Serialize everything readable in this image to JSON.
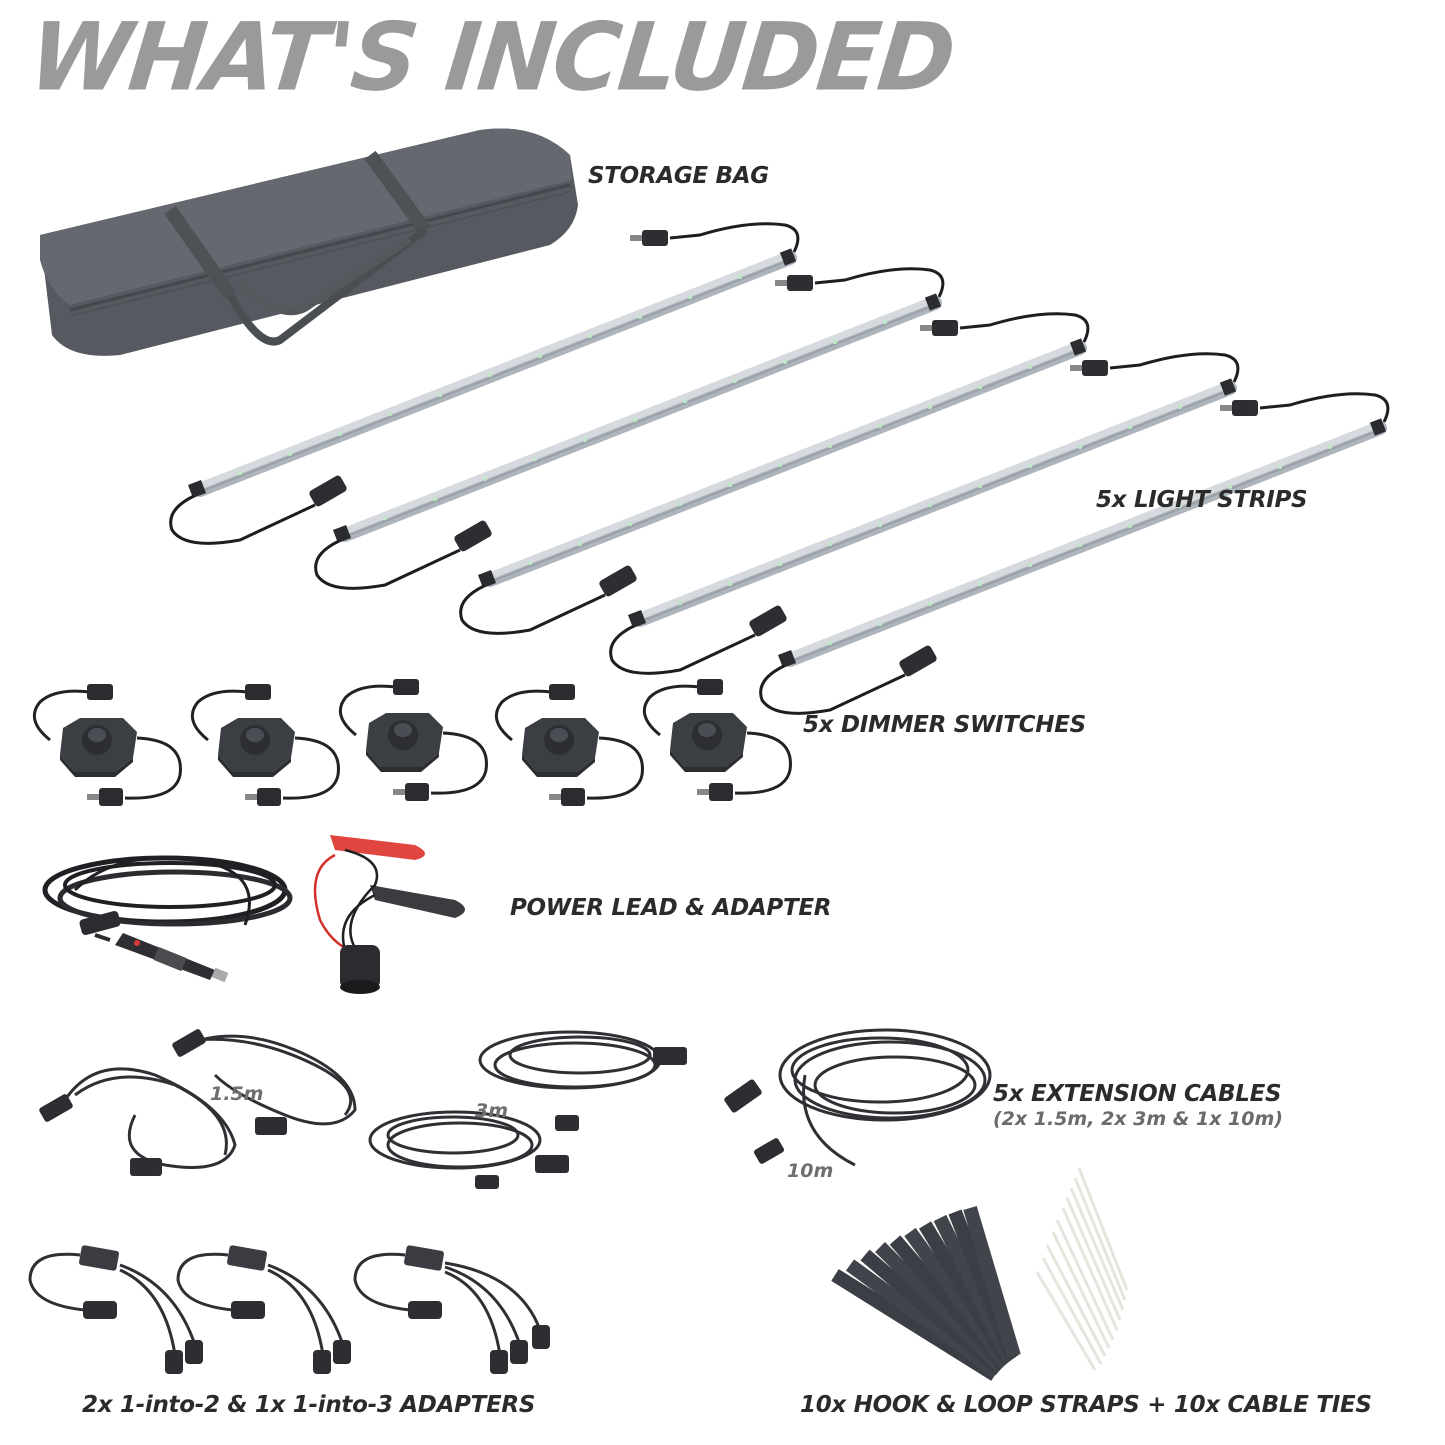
{
  "title": "WHAT'S INCLUDED",
  "colors": {
    "title": "#9a9a9a",
    "label": "#2b2b2b",
    "sublabel": "#6b6b6b",
    "product_dark": "#3a3d42",
    "strip_aluminium": "#c9ced4",
    "led_green": "#bfe8c9",
    "clip_red": "#e0453f",
    "cable_tie": "#ecebe4"
  },
  "items": [
    {
      "id": "storage-bag",
      "label": "STORAGE BAG",
      "quantity": 1,
      "icon": "bag-icon"
    },
    {
      "id": "light-strips",
      "label": "5x LIGHT STRIPS",
      "quantity": 5,
      "icon": "led-strip-icon"
    },
    {
      "id": "dimmer-switches",
      "label": "5x DIMMER SWITCHES",
      "quantity": 5,
      "icon": "dimmer-icon"
    },
    {
      "id": "power-lead",
      "label": "POWER LEAD & ADAPTER",
      "quantity": 1,
      "icon": "power-lead-icon"
    },
    {
      "id": "extension-cables",
      "label": "5x EXTENSION CABLES",
      "sublabel": "(2x 1.5m, 2x 3m & 1x 10m)",
      "quantity": 5,
      "icon": "cable-icon",
      "lengths": [
        {
          "label": "1.5m"
        },
        {
          "label": "3m"
        },
        {
          "label": "10m"
        }
      ]
    },
    {
      "id": "adapters",
      "label": "2x 1-into-2 & 1x 1-into-3 ADAPTERS",
      "quantity": 3,
      "icon": "splitter-icon"
    },
    {
      "id": "straps-ties",
      "label": "10x HOOK & LOOP STRAPS + 10x CABLE TIES",
      "quantity": 20,
      "icon": "strap-icon"
    }
  ]
}
